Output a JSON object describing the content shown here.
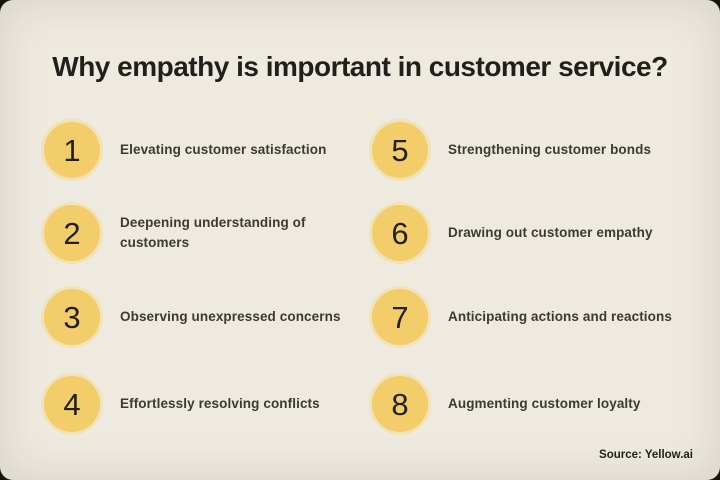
{
  "page": {
    "title": "Why empathy is important in customer service?",
    "source_label": "Source: Yellow.ai"
  },
  "items": [
    {
      "number": "1",
      "label": "Elevating customer satisfaction"
    },
    {
      "number": "2",
      "label": "Deepening understanding of customers"
    },
    {
      "number": "3",
      "label": "Observing unexpressed concerns"
    },
    {
      "number": "4",
      "label": "Effortlessly resolving conflicts"
    },
    {
      "number": "5",
      "label": "Strengthening customer bonds"
    },
    {
      "number": "6",
      "label": "Drawing out customer empathy"
    },
    {
      "number": "7",
      "label": "Anticipating actions and reactions"
    },
    {
      "number": "8",
      "label": "Augmenting customer loyalty"
    }
  ],
  "colors": {
    "outer": "#151310",
    "background": "#EEEAE0",
    "circle": "#F2CD6A",
    "title_text": "#211F1C",
    "item_text": "#3C3A33",
    "number_text": "#23211C"
  }
}
